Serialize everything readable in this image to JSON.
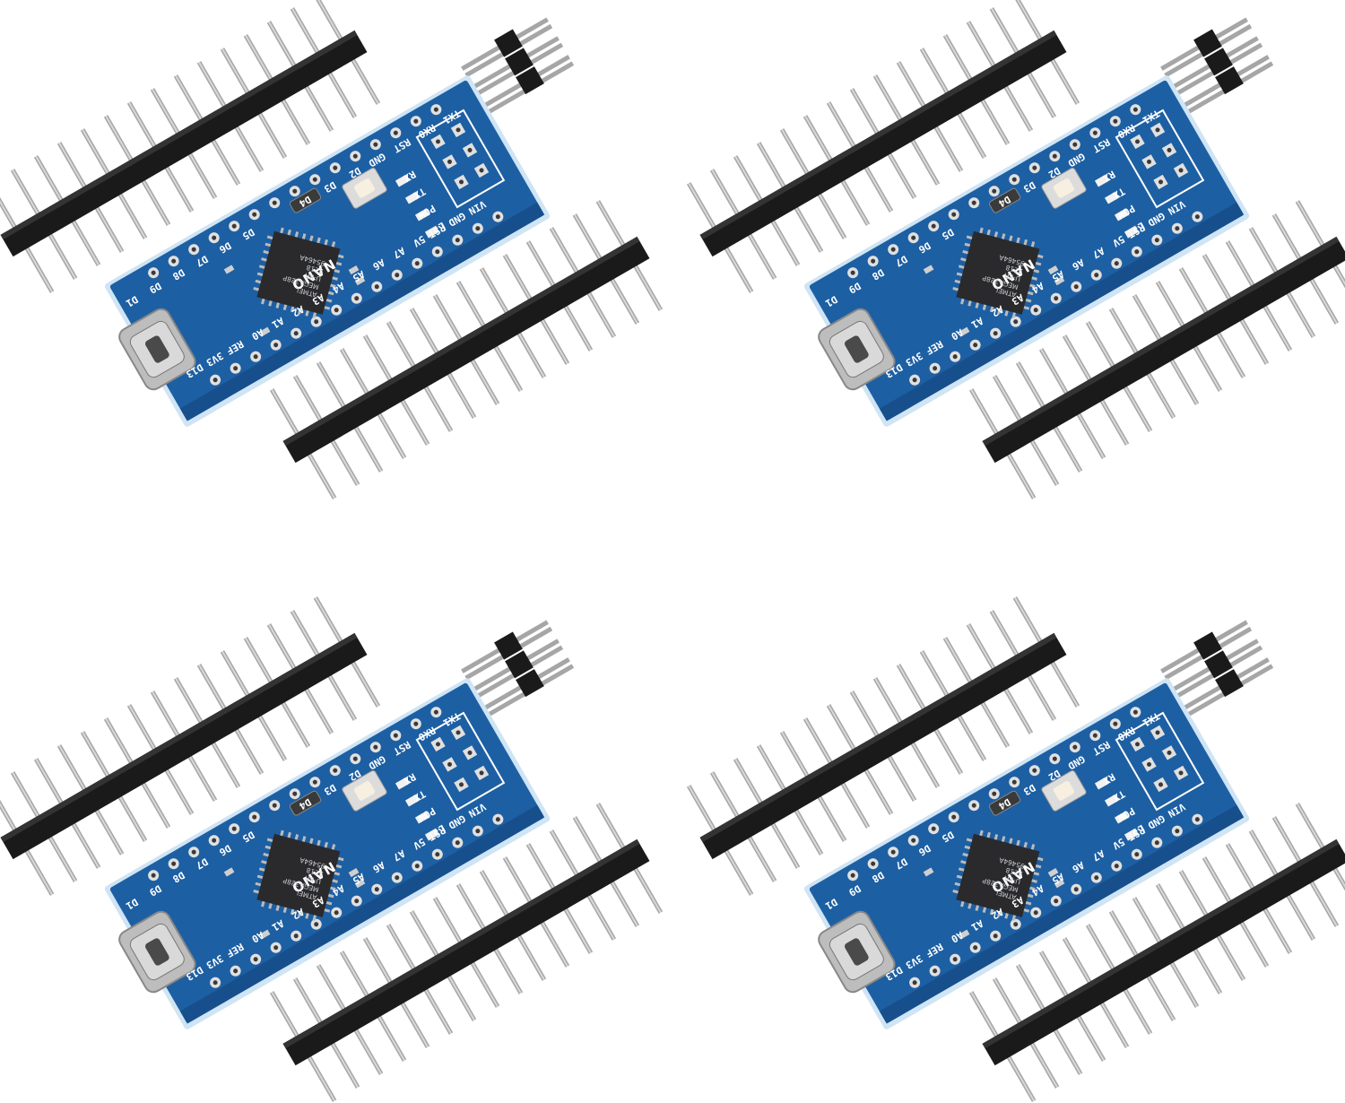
{
  "colors": {
    "background": "#ffffff",
    "pcb": "#1d5fa3",
    "pcb_edge": "#cfe4f4",
    "pcb_shade": "#174f8c",
    "pin_plastic": "#1a1a1a",
    "pin_metal": "#a6a6a6",
    "pad": "#e0e0e0",
    "chip": "#2a2a2c",
    "usb_c": "#bdbdbd"
  },
  "icons": {
    "board": "arduino-nano-board-icon",
    "header": "pin-header-strip-icon",
    "chip": "atmega328p-chip-icon",
    "usb": "usb-c-port-icon",
    "button": "reset-button-icon"
  },
  "board": {
    "brand_label": "NANO",
    "chip_lines": [
      "ATMEL",
      "MEGA328P",
      "U-KR",
      "2218",
      "95464A"
    ],
    "top_labels": [
      "TX1",
      "RX0",
      "RST",
      "GND",
      "D2",
      "D3",
      "D4"
    ],
    "middle_labels": [
      "D5",
      "D6",
      "D7",
      "D8",
      "D9",
      "D1"
    ],
    "bottom_labels": [
      "D13",
      "3V3",
      "REF",
      "A0",
      "A1",
      "A2",
      "A3",
      "A4",
      "A5",
      "A6",
      "A7",
      "5V",
      "RST",
      "GND",
      "VIN"
    ],
    "led_labels": [
      "RX",
      "TX",
      "POW",
      "L"
    ]
  },
  "kits": [
    {
      "id": "kit-1"
    },
    {
      "id": "kit-2"
    },
    {
      "id": "kit-3"
    },
    {
      "id": "kit-4"
    }
  ]
}
